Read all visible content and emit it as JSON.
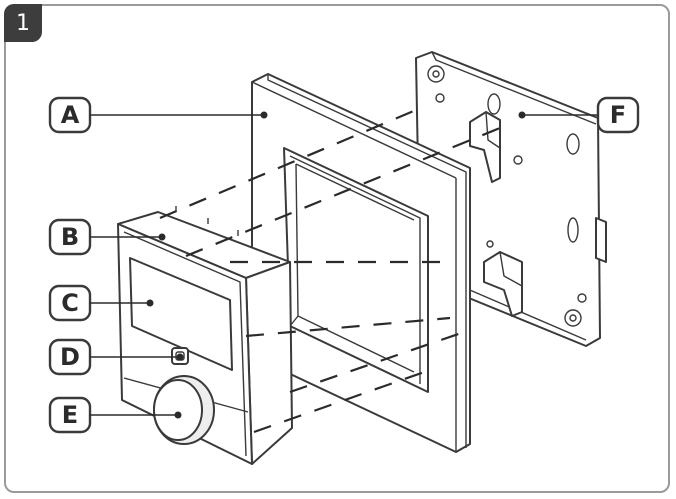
{
  "step": {
    "number": "1"
  },
  "labels": {
    "a": "A",
    "b": "B",
    "c": "C",
    "d": "D",
    "e": "E",
    "f": "F"
  }
}
